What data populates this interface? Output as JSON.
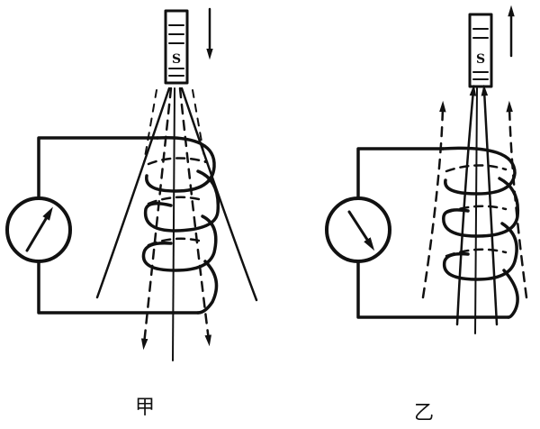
{
  "figures": [
    {
      "caption": "甲",
      "magnet_pole_label": "S",
      "magnet_motion": "down"
    },
    {
      "caption": "乙",
      "magnet_pole_label": "S",
      "magnet_motion": "up"
    }
  ],
  "colors": {
    "ink": "#111111",
    "background": "#ffffff"
  }
}
